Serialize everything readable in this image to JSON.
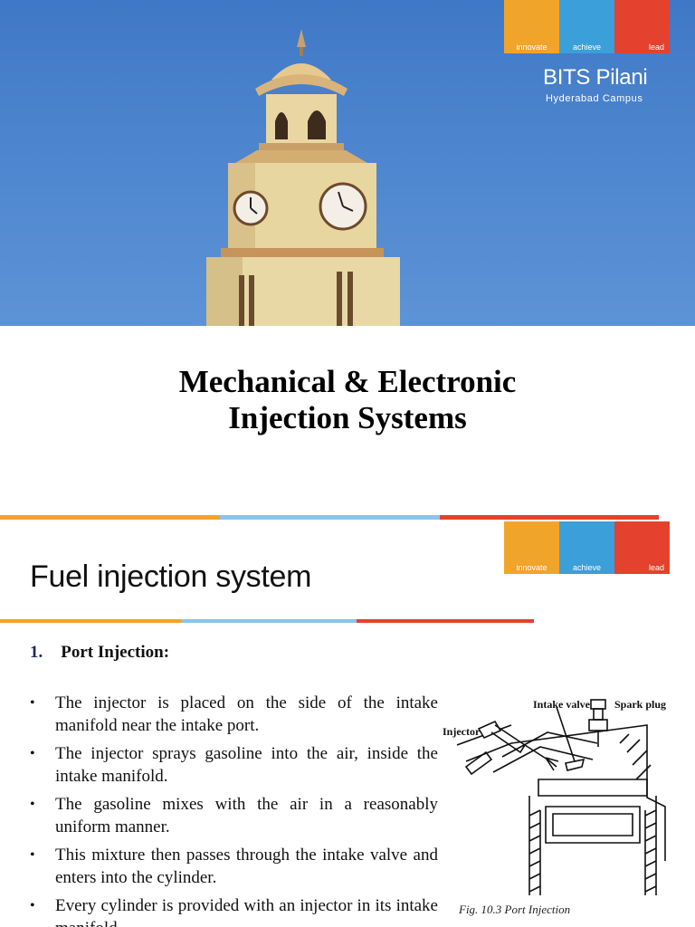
{
  "slide1": {
    "brand": {
      "tagline": [
        "innovate",
        "achieve",
        "lead"
      ],
      "name": "BITS",
      "name_rest": "Pilani",
      "campus": "Hyderabad Campus"
    },
    "title_line1": "Mechanical & Electronic",
    "title_line2": "Injection Systems"
  },
  "slide2": {
    "brand": {
      "tagline": [
        "innovate",
        "achieve",
        "lead"
      ]
    },
    "heading": "Fuel injection system",
    "sub_number": "1.",
    "sub_title": "Port Injection:",
    "bullets": [
      "The injector is placed on the side of the intake manifold near the intake port.",
      "The injector sprays gasoline into the air, inside the intake manifold.",
      "The gasoline mixes with the air in a reasonably uniform manner.",
      "This mixture then passes through the intake valve and enters into the cylinder.",
      "Every cylinder is provided with an injector in its intake manifold."
    ],
    "figure": {
      "labels": {
        "intake_valve": "Intake valve",
        "spark_plug": "Spark plug",
        "injector": "Injector"
      },
      "caption": "Fig. 10.3 Port Injection"
    }
  },
  "colors": {
    "orange": "#f1a42a",
    "blue": "#3b9fd9",
    "red": "#e4412e",
    "sky": "#4a82cc"
  }
}
